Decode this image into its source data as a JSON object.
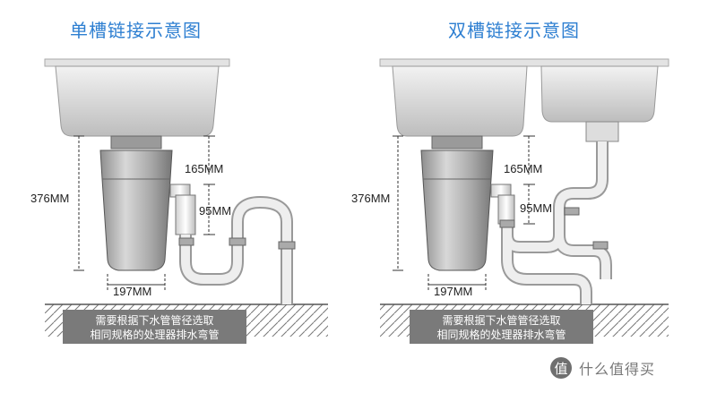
{
  "titles": {
    "single": "单槽链接示意图",
    "double": "双槽链接示意图"
  },
  "dimensions": {
    "height_total": "376MM",
    "height_upper": "165MM",
    "height_outlet": "95MM",
    "width_body": "197MM"
  },
  "note": {
    "line1": "需要根据下水管管径选取",
    "line2": "相同规格的处理器排水弯管"
  },
  "watermark": {
    "icon": "值",
    "text": "什么值得买"
  }
}
